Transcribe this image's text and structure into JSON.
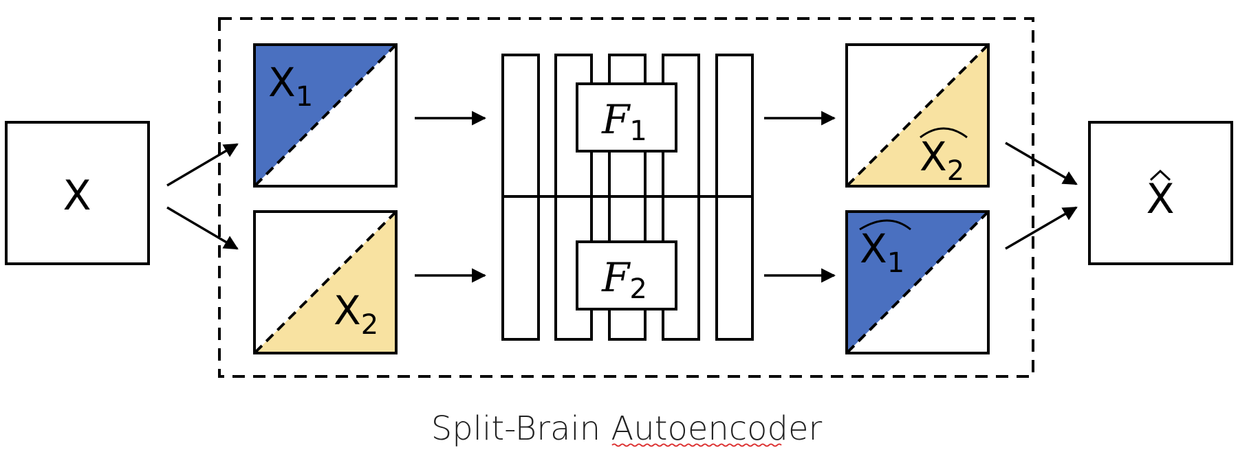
{
  "diagram": {
    "input_label": "X",
    "output_label": "X",
    "x1_label": "X",
    "x1_sub": "1",
    "x2_label": "X",
    "x2_sub": "2",
    "x2_hat_label": "X",
    "x2_hat_sub": "2",
    "x1_hat_label": "X",
    "x1_hat_sub": "1",
    "f1_label": "F",
    "f1_sub": "1",
    "f2_label": "F",
    "f2_sub": "2",
    "caption": "Split-Brain Autoencoder",
    "colors": {
      "blue": "#4a70c0",
      "yellow": "#f8e2a1",
      "stroke": "#000000"
    }
  }
}
